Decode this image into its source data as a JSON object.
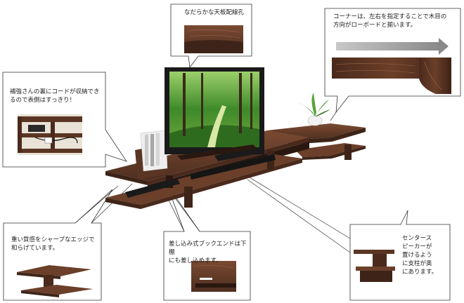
{
  "callouts": {
    "top_center": {
      "text": "なだらかな天板配線孔"
    },
    "top_right": {
      "text": "コーナーは、左右を指定することで木目の\n方向がローボードと揃います。"
    },
    "left": {
      "text": "補強さんの裏にコードが収納でき\nるので表側はすっきり！"
    },
    "bottom_left": {
      "text": "重い質感をシャープなエッジで\n和らげています。"
    },
    "bottom_center": {
      "text": "差し込み式ブックエンドは下棚\nにも差し込めます。"
    },
    "bottom_right": {
      "text": "センタース\nピーカーが\n置けるよう\nに支柱が奥\nにあります。"
    }
  },
  "colors": {
    "walnut_dark": "#3e2418",
    "walnut": "#5a3523",
    "walnut_light": "#7a4a32",
    "outline": "#333333",
    "arrow": "#9a9a9a",
    "tv_frame": "#1a1a1a",
    "forest": "#3f8a2a"
  },
  "icons": {
    "arrow": "right-arrow-icon"
  }
}
